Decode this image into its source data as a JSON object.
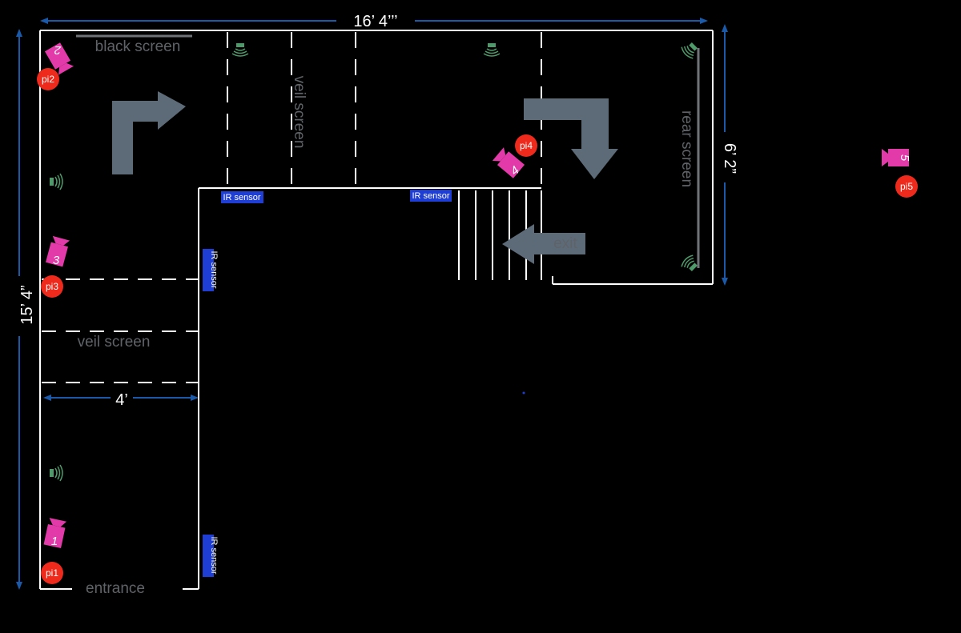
{
  "colors": {
    "background": "#000000",
    "wall": "#ffffff",
    "dimension": "#1a5aa8",
    "label_gray": "#5f6368",
    "arrow": "#5d6b79",
    "camera": "#e23aa8",
    "pi_badge": "#ee2a1c",
    "ir_sensor": "#1f3fd4",
    "speaker": "#4f9a6a"
  },
  "dimensions": {
    "width_top": "16’ 4’’’",
    "height_left": "15’ 4”",
    "height_right": "6’ 2”",
    "corridor_width": "4’"
  },
  "labels": {
    "black_screen": "black screen",
    "veil_screen_top": "veil screen",
    "veil_screen_left": "veil screen",
    "rear_screen": "rear screen",
    "exit": "exit",
    "entrance": "entrance"
  },
  "ir_sensors": [
    "IR sensor",
    "IR sensor",
    "IR sensor",
    "IR sensor"
  ],
  "cameras": [
    {
      "number": "1",
      "pi": "pi1"
    },
    {
      "number": "2",
      "pi": "pi2"
    },
    {
      "number": "3",
      "pi": "pi3"
    },
    {
      "number": "4",
      "pi": "pi4"
    },
    {
      "number": "5",
      "pi": "pi5"
    }
  ],
  "icons": {
    "speaker": "speaker-icon",
    "camera": "camera-icon",
    "arrow": "direction-arrow-icon"
  }
}
